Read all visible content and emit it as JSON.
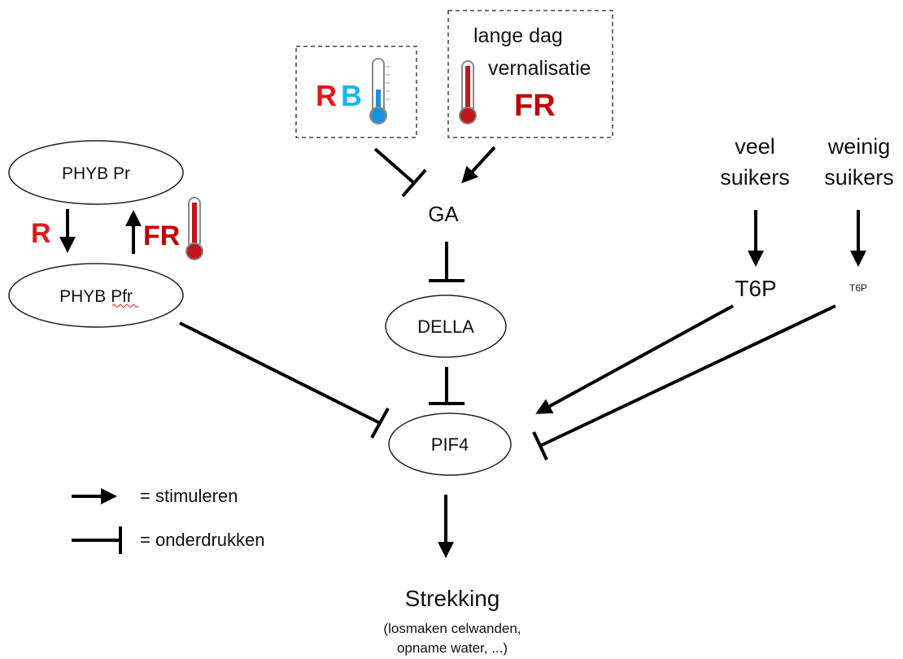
{
  "colors": {
    "red": "#e8141b",
    "dark_red": "#c00000",
    "blue": "#1ab6f0",
    "line": "#000000"
  },
  "cold_box": {
    "letter_r": "R",
    "letter_b": "B",
    "icon": "thermometer-cold-icon"
  },
  "warm_box": {
    "line1": "lange dag",
    "line2": "vernalisatie",
    "letter_fr": "FR",
    "icon": "thermometer-warm-icon"
  },
  "phyb": {
    "pr": "PHYB Pr",
    "pfr": "PHYB Pfr",
    "r_label": "R",
    "fr_label": "FR"
  },
  "nodes": {
    "ga": "GA",
    "della": "DELLA",
    "pif4": "PIF4"
  },
  "sugars": {
    "many_line1": "veel",
    "many_line2": "suikers",
    "few_line1": "weinig",
    "few_line2": "suikers",
    "t6p_big": "T6P",
    "t6p_small": "T6P"
  },
  "legend": {
    "stimulate": "= stimuleren",
    "suppress": "= onderdrukken"
  },
  "output": {
    "title": "Strekking",
    "sub1": "(losmaken celwanden,",
    "sub2": "opname water, ...)"
  }
}
